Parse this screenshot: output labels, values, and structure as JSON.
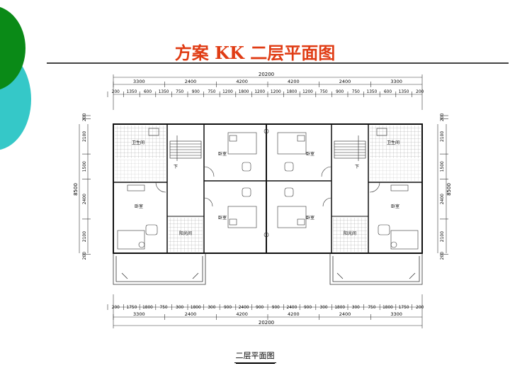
{
  "slide": {
    "title": "方案 KK 二层平面图",
    "caption": "二层平面图",
    "colors": {
      "title": "#e03c14",
      "deco_green": "#0a8a17",
      "deco_teal": "#35c8c8",
      "rule": "#444444"
    }
  },
  "plan": {
    "top_dims": {
      "total": "20200",
      "row2": [
        "3300",
        "2400",
        "4200",
        "4200",
        "2400",
        "3300"
      ],
      "row3": [
        "200",
        "1350",
        "600",
        "1350",
        "750",
        "900",
        "750",
        "1200",
        "1800",
        "1200",
        "1200",
        "1800",
        "1200",
        "750",
        "900",
        "750",
        "1350",
        "600",
        "1350",
        "200"
      ]
    },
    "bottom_dims": {
      "total": "20200",
      "row2": [
        "3300",
        "2400",
        "4200",
        "4200",
        "2400",
        "3300"
      ],
      "row1": [
        "200",
        "1750",
        "1800",
        "750",
        "300",
        "1800",
        "300",
        "900",
        "2400",
        "900",
        "900",
        "2400",
        "900",
        "300",
        "1800",
        "300",
        "750",
        "1800",
        "1750",
        "200"
      ]
    },
    "left_dims": {
      "total": "8500",
      "segments": [
        "200",
        "2100",
        "1500",
        "2400",
        "2100",
        "200"
      ]
    },
    "right_dims": {
      "total": "8500",
      "segments": [
        "200",
        "2100",
        "1500",
        "2400",
        "2100",
        "200"
      ]
    },
    "rooms": {
      "bath_left": "卫生间",
      "bath_right": "卫生间",
      "bedroom_a": "卧室",
      "bedroom_b": "卧室",
      "bedroom_c": "卧室",
      "bedroom_d": "卧室",
      "bedroom_e": "卧室",
      "bedroom_f": "卧室",
      "sunroom_left": "阳光间",
      "sunroom_right": "阳光间",
      "stair_left": "下",
      "stair_right": "下"
    }
  }
}
